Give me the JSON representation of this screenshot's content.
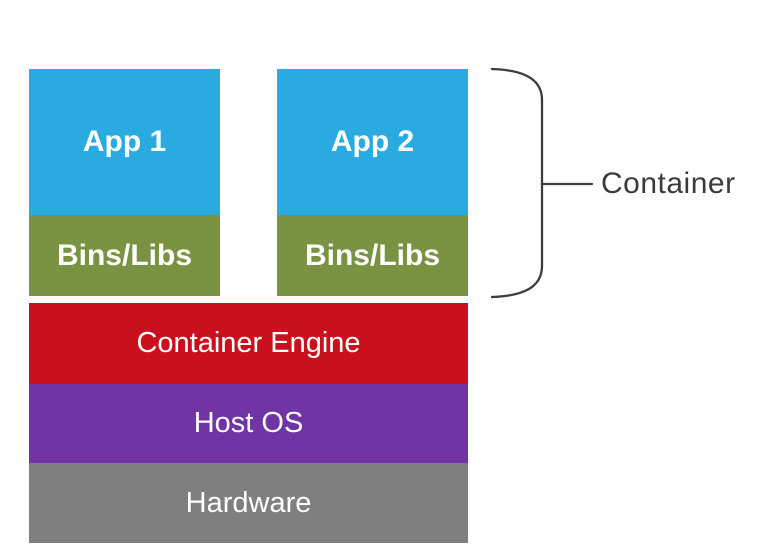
{
  "diagram": {
    "brace_label": "Container",
    "columns": [
      {
        "app_label": "App 1",
        "libs_label": "Bins/Libs"
      },
      {
        "app_label": "App 2",
        "libs_label": "Bins/Libs"
      }
    ],
    "layers": [
      {
        "label": "Container Engine",
        "color": "#c9101c"
      },
      {
        "label": "Host OS",
        "color": "#7134a5"
      },
      {
        "label": "Hardware",
        "color": "#7f7f7f"
      }
    ],
    "colors": {
      "app_box": "#29abe2",
      "libs_box": "#7a9343",
      "brace": "#3d3d3d",
      "label_text": "#3b3b3b",
      "box_text": "#ffffff",
      "background": "#ffffff"
    }
  }
}
